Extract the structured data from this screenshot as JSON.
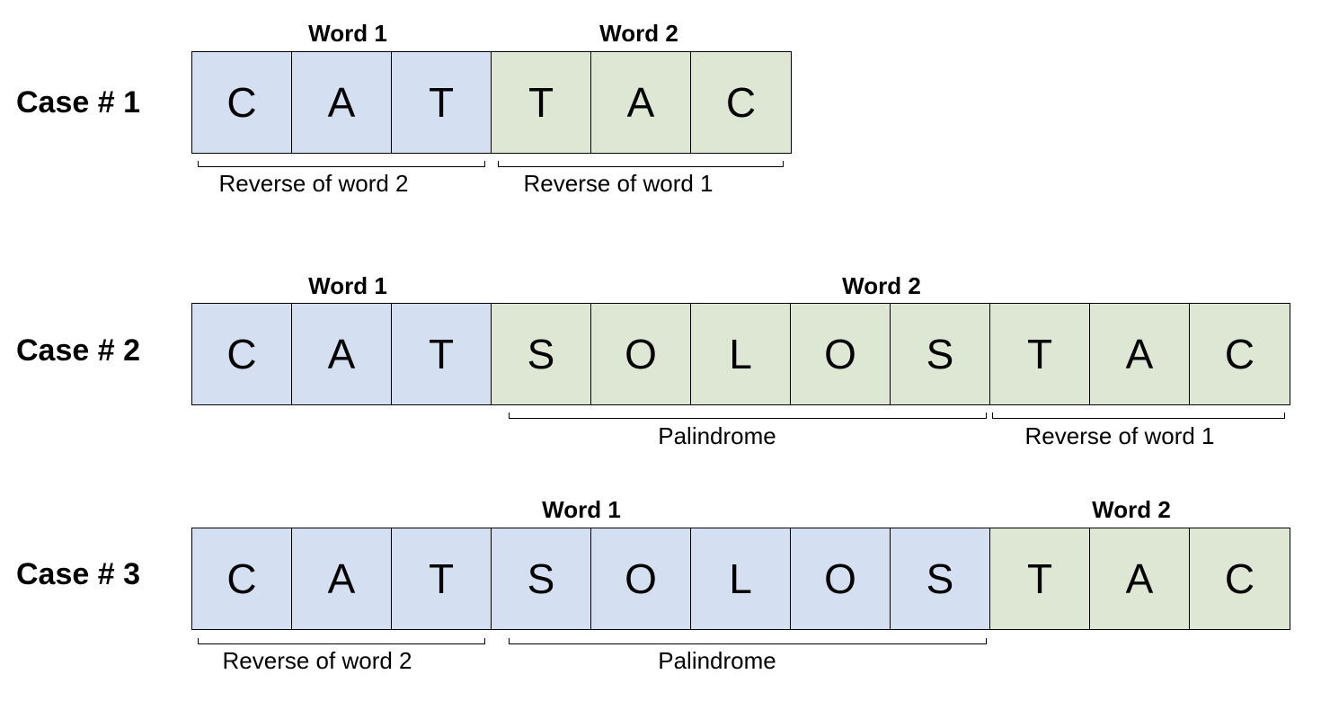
{
  "cases": [
    {
      "label": "Case # 1",
      "words": [
        {
          "label": "Word 1"
        },
        {
          "label": "Word 2"
        }
      ],
      "cells": [
        {
          "letter": "C",
          "word": 1
        },
        {
          "letter": "A",
          "word": 1
        },
        {
          "letter": "T",
          "word": 1
        },
        {
          "letter": "T",
          "word": 2
        },
        {
          "letter": "A",
          "word": 2
        },
        {
          "letter": "C",
          "word": 2
        }
      ],
      "brackets": [
        {
          "label": "Reverse of word 2"
        },
        {
          "label": "Reverse of word 1"
        }
      ]
    },
    {
      "label": "Case # 2",
      "words": [
        {
          "label": "Word 1"
        },
        {
          "label": "Word 2"
        }
      ],
      "cells": [
        {
          "letter": "C",
          "word": 1
        },
        {
          "letter": "A",
          "word": 1
        },
        {
          "letter": "T",
          "word": 1
        },
        {
          "letter": "S",
          "word": 2
        },
        {
          "letter": "O",
          "word": 2
        },
        {
          "letter": "L",
          "word": 2
        },
        {
          "letter": "O",
          "word": 2
        },
        {
          "letter": "S",
          "word": 2
        },
        {
          "letter": "T",
          "word": 2
        },
        {
          "letter": "A",
          "word": 2
        },
        {
          "letter": "C",
          "word": 2
        }
      ],
      "brackets": [
        {
          "label": "Palindrome"
        },
        {
          "label": "Reverse of word 1"
        }
      ]
    },
    {
      "label": "Case # 3",
      "words": [
        {
          "label": "Word 1"
        },
        {
          "label": "Word 2"
        }
      ],
      "cells": [
        {
          "letter": "C",
          "word": 1
        },
        {
          "letter": "A",
          "word": 1
        },
        {
          "letter": "T",
          "word": 1
        },
        {
          "letter": "S",
          "word": 1
        },
        {
          "letter": "O",
          "word": 1
        },
        {
          "letter": "L",
          "word": 1
        },
        {
          "letter": "O",
          "word": 1
        },
        {
          "letter": "S",
          "word": 1
        },
        {
          "letter": "T",
          "word": 2
        },
        {
          "letter": "A",
          "word": 2
        },
        {
          "letter": "C",
          "word": 2
        }
      ],
      "brackets": [
        {
          "label": "Reverse of word 2"
        },
        {
          "label": "Palindrome"
        }
      ]
    }
  ],
  "colors": {
    "word1_fill": "#d4e0f2",
    "word2_fill": "#dde7d3",
    "border": "#000000"
  }
}
